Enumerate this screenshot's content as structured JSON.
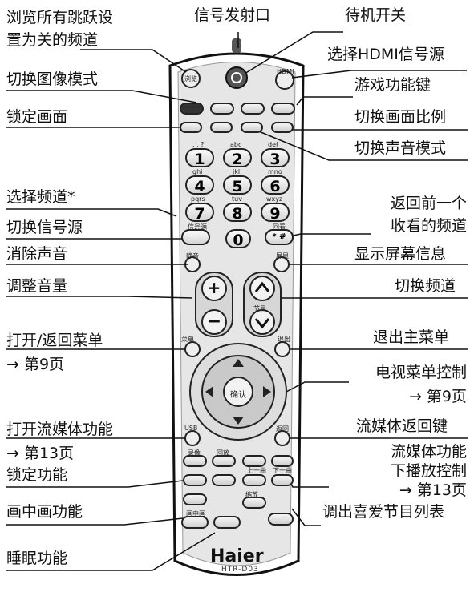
{
  "labels": {
    "browse": "浏览所有跳跃设\n置为关的频道",
    "ir": "信号发射口",
    "standby": "待机开关",
    "hdmi": "选择HDMI信号源",
    "picture_mode": "切换图像模式",
    "game": "游戏功能键",
    "freeze": "锁定画面",
    "aspect": "切换画面比例",
    "sound_mode": "切换声音模式",
    "channel_select": "选择频道*",
    "recall": "返回前一个\n收看的频道",
    "source": "切换信号源",
    "mute": "消除声音",
    "display": "显示屏幕信息",
    "volume": "调整音量",
    "channel": "切换频道",
    "menu": "打开/返回菜单\n→ 第9页",
    "exit": "退出主菜单",
    "tv_menu": "电视菜单控制\n→ 第9页",
    "usb": "打开流媒体功能\n→ 第13页",
    "media_back": "流媒体返回键",
    "media_play": "流媒体功能\n下播放控制\n→ 第13页",
    "lock": "锁定功能",
    "pip": "画中画功能",
    "favorites": "调出喜爱节目列表",
    "sleep": "睡眠功能"
  },
  "remote": {
    "browse_btn": "浏览",
    "hdmi_btn": "HDMI",
    "source_btn": "信号源",
    "recall_btn": "回看",
    "mute_btn": "静音",
    "display_btn": "屏显",
    "menu_btn": "菜单",
    "exit_btn": "退出",
    "ok_btn": "确认",
    "usb_btn": "USB",
    "back_btn": "返回",
    "program_lbl": "节目",
    "zoom_lbl": "缩放",
    "prev_lbl": "上一曲",
    "next_lbl": "下一曲",
    "record_lbl": "录像",
    "play_lbl": "回放",
    "pip_btn": "画中画",
    "brand": "Haier",
    "model": "HTR-D03",
    "digits": [
      "1",
      "2",
      "3",
      "4",
      "5",
      "6",
      "7",
      "8",
      "9",
      "0",
      "* #"
    ],
    "digit_letters": [
      ". , ?",
      "abc",
      "def",
      "ghi",
      "jkl",
      "mno",
      "pqrs",
      "tuv",
      "wxyz"
    ]
  }
}
